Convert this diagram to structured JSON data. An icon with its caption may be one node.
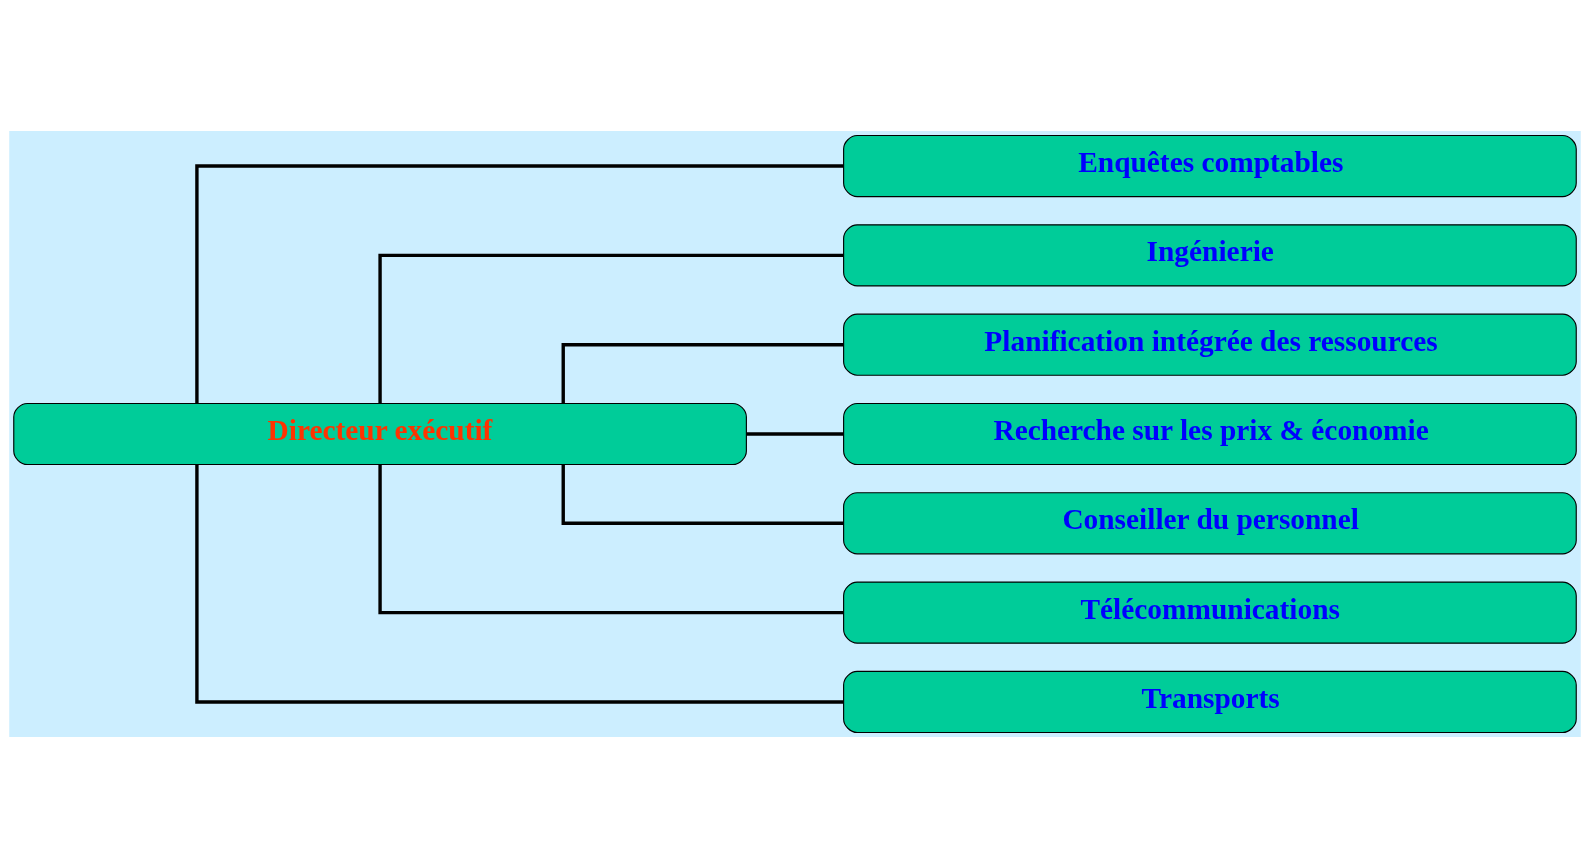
{
  "diagram": {
    "nodes": [
      {
        "text": [
          "Directeur exécutif"
        ]
      },
      {
        "text": [
          "Enquêtes comptables"
        ]
      },
      {
        "text": [
          "Ingénierie"
        ]
      },
      {
        "text": [
          "Planification intégrée des ressources"
        ]
      },
      {
        "text": [
          "Recherche sur les prix & économie"
        ]
      },
      {
        "text": [
          "Conseiller du personnel"
        ]
      },
      {
        "text": [
          "Télécommunications"
        ]
      },
      {
        "text": [
          "Transports"
        ]
      }
    ],
    "edges": [
      {
        "from": 0,
        "to": 1,
        "arrow": "none"
      },
      {
        "from": 0,
        "to": 2,
        "arrow": "none"
      },
      {
        "from": 0,
        "to": 3,
        "arrow": "none"
      },
      {
        "from": 0,
        "to": 4,
        "arrow": "none"
      },
      {
        "from": 0,
        "to": 5,
        "arrow": "none"
      },
      {
        "from": 0,
        "to": 6,
        "arrow": "none"
      },
      {
        "from": 0,
        "to": 7,
        "arrow": "none"
      }
    ]
  }
}
